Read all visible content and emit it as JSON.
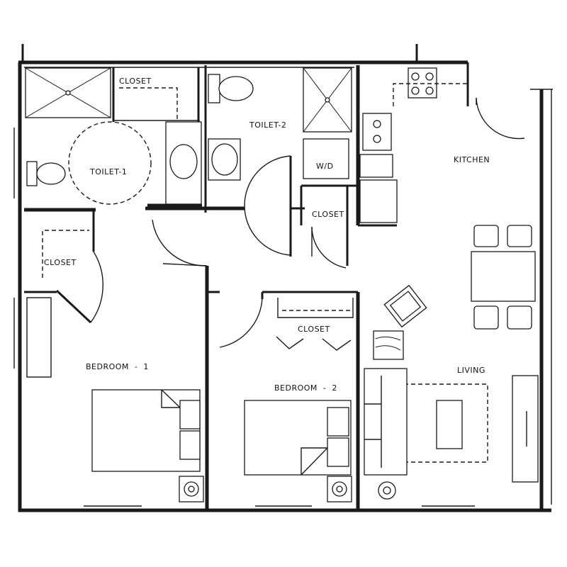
{
  "rooms": {
    "closet_top": "CLOSET",
    "toilet_2": "TOILET-2",
    "toilet_1": "TOILET-1",
    "kitchen": "KITCHEN",
    "wd": "W/D",
    "closet_mid": "CLOSET",
    "closet_left": "CLOSET",
    "closet_bedroom2": "CLOSET",
    "living": "LIVING",
    "bedroom_1": "BEDROOM  -  1",
    "bedroom_2": "BEDROOM  -  2"
  },
  "colors": {
    "line": "#1a1a1a",
    "background": "#ffffff"
  }
}
